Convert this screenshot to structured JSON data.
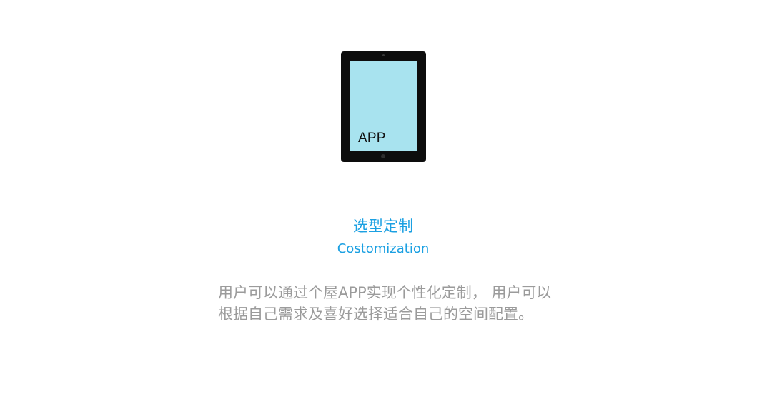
{
  "device": {
    "screen_label": "APP",
    "screen_color": "#a8e3ef",
    "frame_color": "#0d0d0d"
  },
  "feature": {
    "title": "选型定制",
    "subtitle": "Costomization",
    "description": "用户可以通过个屋APP实现个性化定制， 用户可以根据自己需求及喜好选择适合自己的空间配置。",
    "accent_color": "#1ba0e2",
    "text_color": "#9b9b9b"
  }
}
